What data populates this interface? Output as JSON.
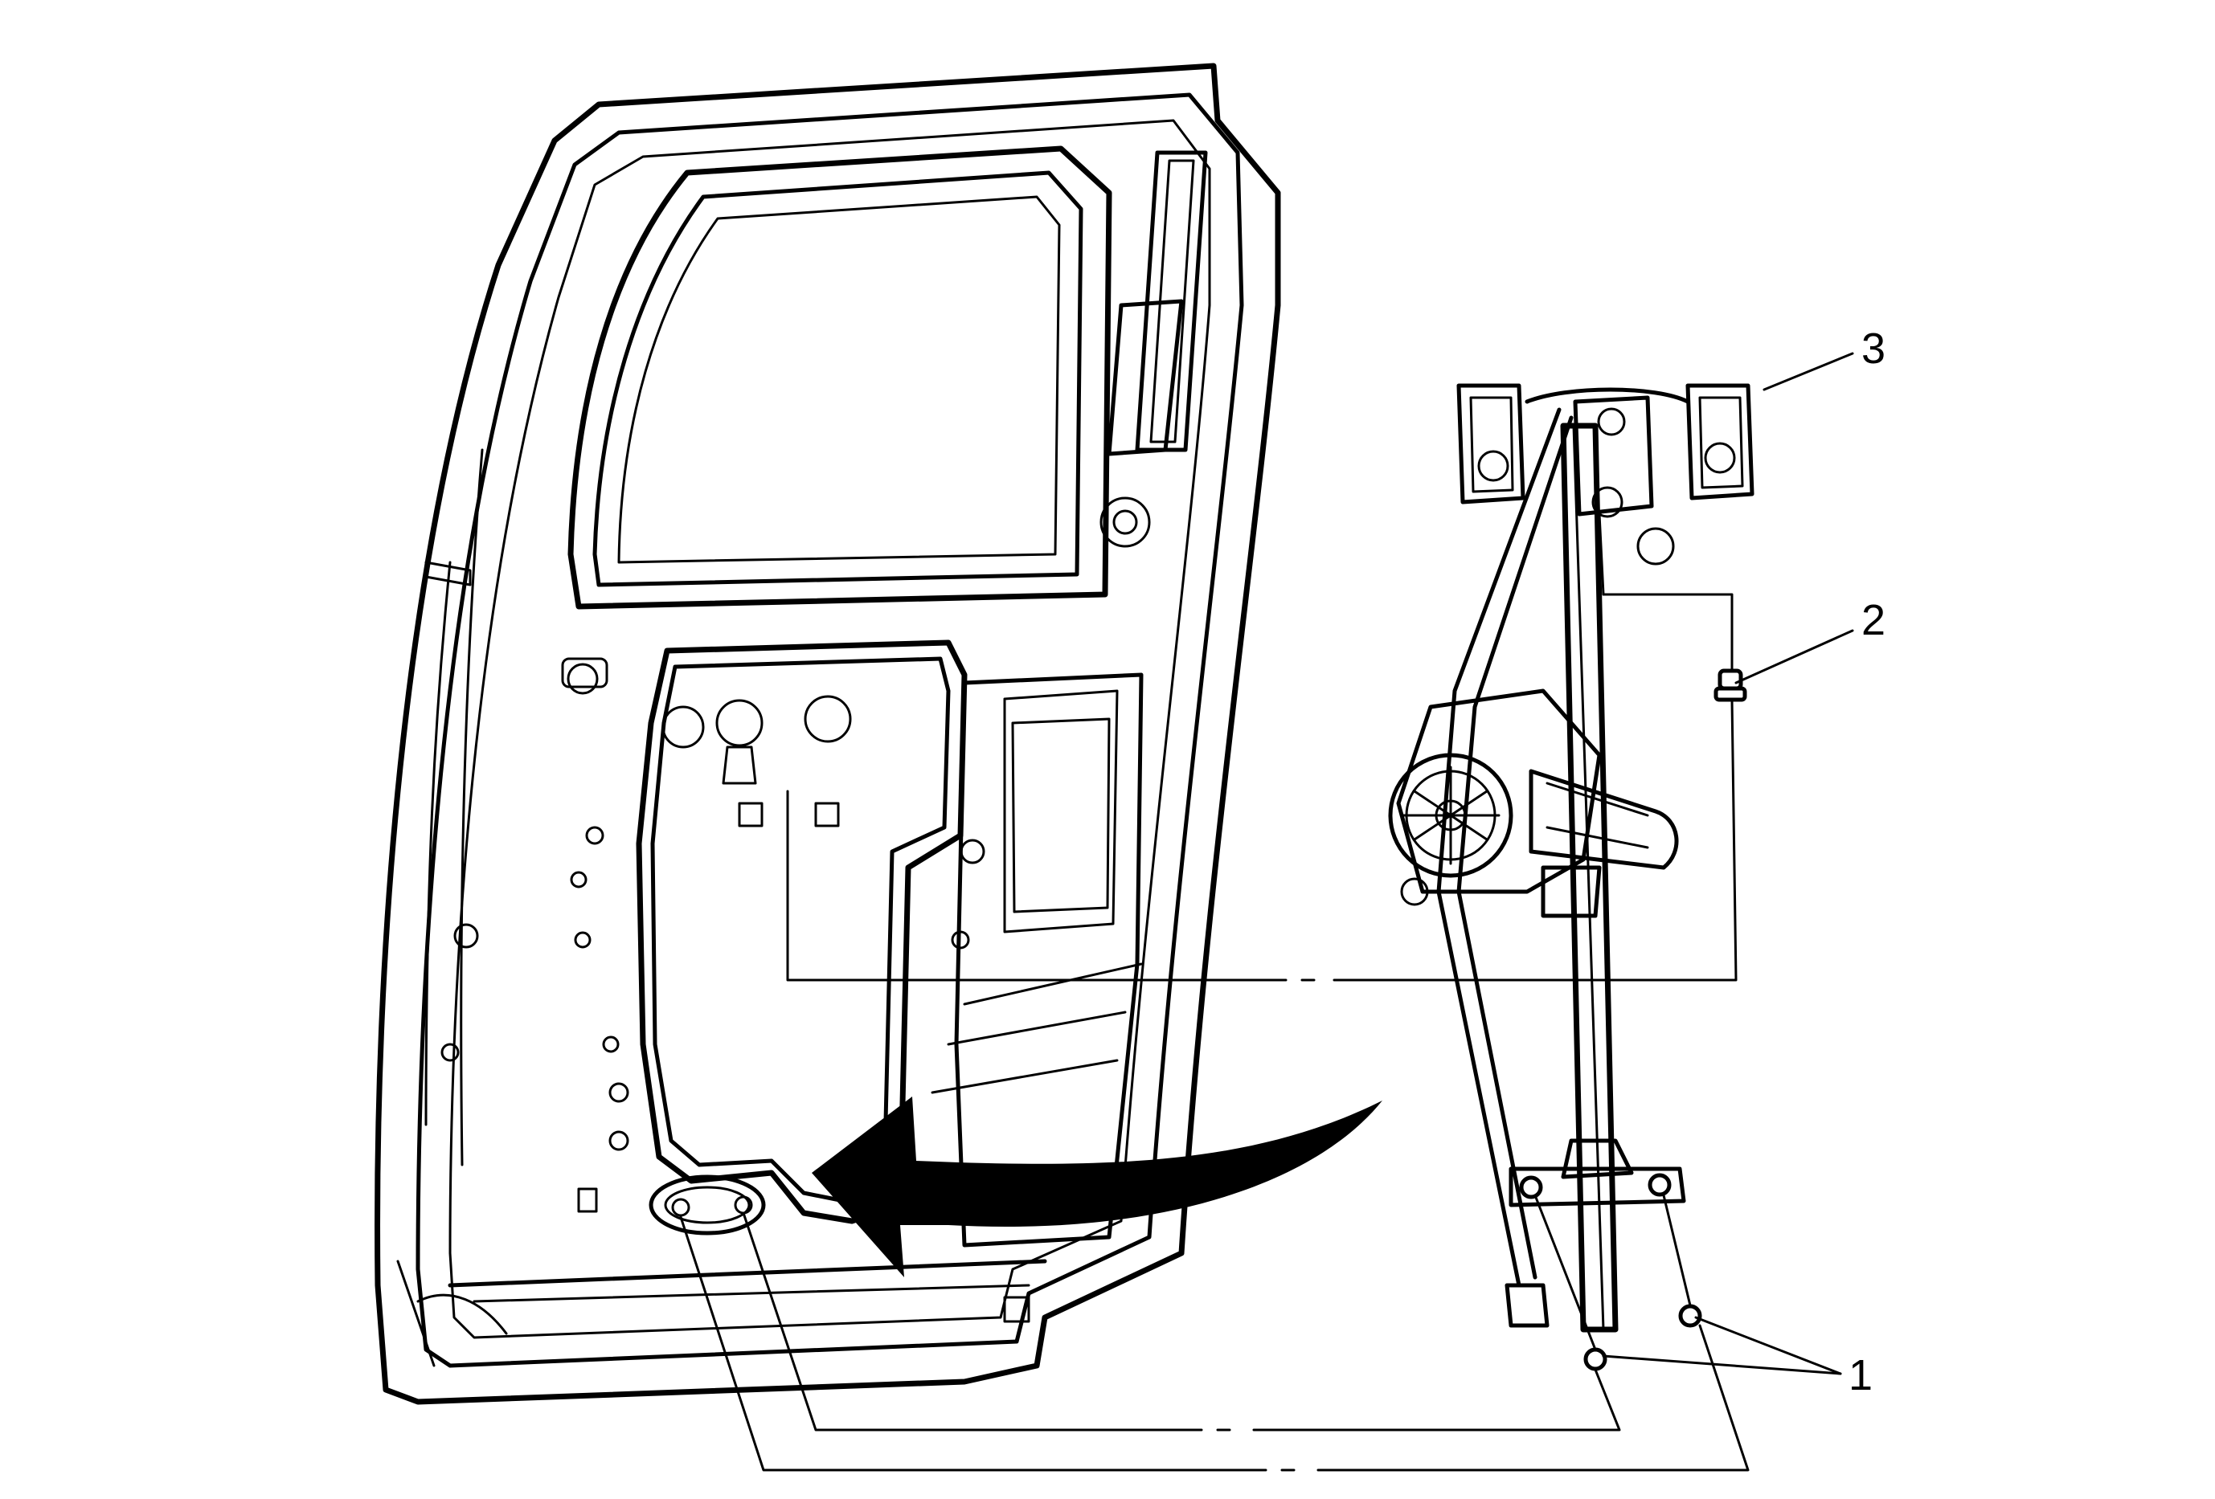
{
  "diagram": {
    "callouts": [
      {
        "id": "1",
        "text": "1",
        "part": "bolts"
      },
      {
        "id": "2",
        "text": "2",
        "part": "bolt"
      },
      {
        "id": "3",
        "text": "3",
        "part": "window-regulator"
      }
    ]
  }
}
